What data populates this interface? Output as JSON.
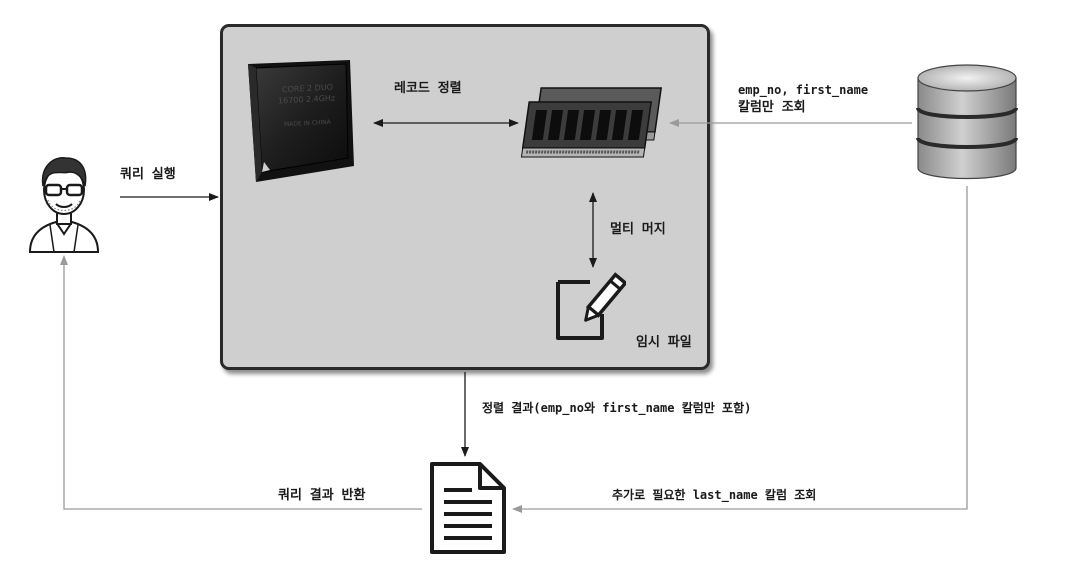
{
  "labels": {
    "query_exec": "쿼리 실행",
    "record_sort": "레코드 정렬",
    "column_lookup_line1": "emp_no, first_name",
    "column_lookup_line2": "칼럼만 조회",
    "multi_merge": "멀티 머지",
    "temp_file": "임시 파일",
    "sort_result": "정렬 결과(emp_no와 first_name 칼럼만 포함)",
    "return_result": "쿼리 결과 반환",
    "extra_lookup": "추가로 필요한 last_name 칼럼 조회"
  },
  "cpu": {
    "line1": "CORE 2 DUO",
    "line2": "16700 2.4GHz",
    "line3": "MADE IN CHINA"
  },
  "colors": {
    "box_fill": "#cfcfcf",
    "line": "#1a1a1a",
    "arrow_gray": "#9a9a9a"
  },
  "icons": {
    "user": "user-avatar-icon",
    "cpu": "cpu-chip-icon",
    "ram": "ram-memory-icon",
    "database": "database-icon",
    "temp_file": "edit-file-icon",
    "result_doc": "document-icon"
  }
}
